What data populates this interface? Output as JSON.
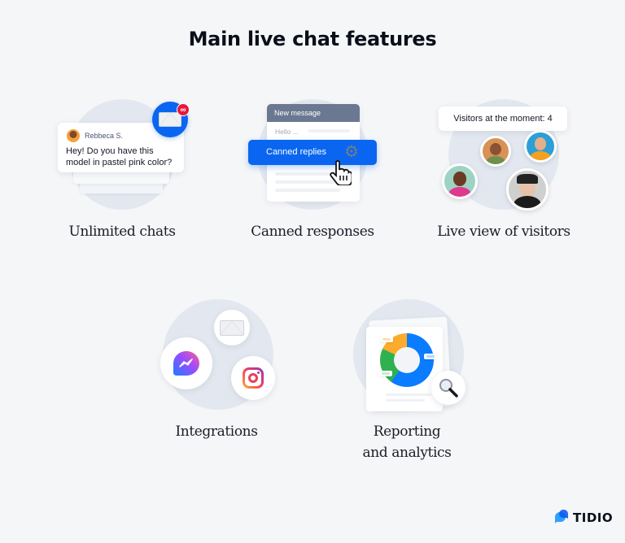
{
  "title": "Main live chat features",
  "features": [
    {
      "label": "Unlimited chats",
      "chat": {
        "sender": "Rebbeca S.",
        "message_line1": "Hey! Do you have this",
        "message_line2": "model in pastel pink color?"
      },
      "badge": "∞",
      "icon": "envelope-icon"
    },
    {
      "label": "Canned responses",
      "window_title": "New message",
      "input_text": "Hello ...",
      "button_label": "Canned replies",
      "icons": [
        "gear-icon",
        "hand-pointer-icon"
      ]
    },
    {
      "label": "Live view of visitors",
      "visitors_text": "Visitors at the moment: 4",
      "visitor_count": 4
    },
    {
      "label": "Integrations",
      "icons": [
        "envelope-icon",
        "messenger-icon",
        "instagram-icon"
      ]
    },
    {
      "label_line1": "Reporting",
      "label_line2": "and analytics",
      "chart": {
        "type": "donut",
        "segments": [
          {
            "color": "#0a7cff",
            "share": 0.6
          },
          {
            "color": "#2fb14f",
            "share": 0.22
          },
          {
            "color": "#fbac2c",
            "share": 0.18
          }
        ]
      },
      "icon": "magnifier-icon"
    }
  ],
  "colors": {
    "background": "#f5f6f8",
    "accent_blue": "#0a66f0",
    "badge_red": "#e7173d",
    "blob": "#e3e8f0"
  },
  "logo": {
    "text": "TIDIO"
  }
}
